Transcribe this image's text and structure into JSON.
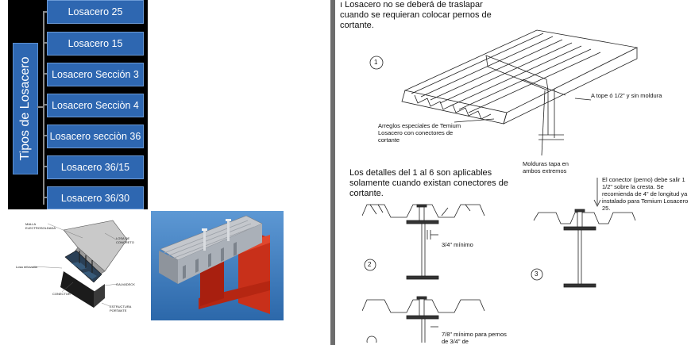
{
  "smartart": {
    "category": "Tipos de Losacero",
    "items": [
      "Losacero 25",
      "Losacero 15",
      "Losacero Sección 3",
      "Losacero Secciòn 4",
      "Losacero secciòn 36",
      "Losacero 36/15",
      "Losacero 36/30"
    ]
  },
  "figure1_labels": {
    "malla": "MALLA ELECTROSOLDADA",
    "losa_concreto": "LOSA DE CONCRETO",
    "losa_reforzada": "Losa reforzada",
    "galvadeck": "GALVADECK",
    "conector": "CONECTOR",
    "estructura": "ESTRUCTURA PORTANTE"
  },
  "right_page": {
    "note_top": "ı Losacero no se deberá de traslapar cuando se requieran colocar pernos de cortante.",
    "fig1_number": "1",
    "label_tope": "A tope ó 1/2\" y sin moldura",
    "label_arreglos": "Arreglos especiales de Temium Losacero con conectores de cortante",
    "label_molduras": "Molduras tapa en ambos extremos",
    "note_mid": "Los detalles del 1 al 6 son aplicables solamente cuando existan conectores de cortante.",
    "fig2_number": "2",
    "label_min": "3/4\" mínimo",
    "fig3_number": "3",
    "label_conector": "El conector (perno) debe salir 1 1/2\" sobre la cresta. Se recomienda de 4\" de longitud ya instalado para Temium Losacero 25.",
    "label_min2": "7/8\" mínimo para pernos de 3/4\" de"
  },
  "colors": {
    "smartart_background": "#000000",
    "smartart_box": "#2e67b1",
    "gutter": "#6d6d6d",
    "steel_beam_red": "#d6331c",
    "render_background": "#3d7cc0"
  }
}
